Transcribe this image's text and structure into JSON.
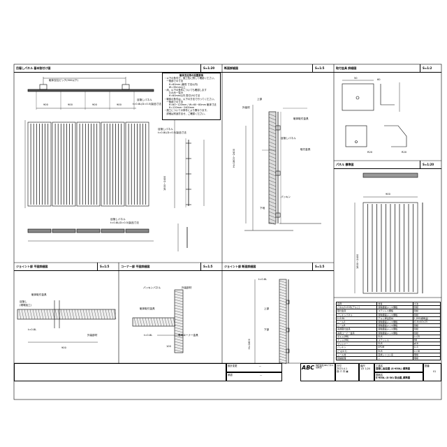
{
  "panels": [
    {
      "title": "目隠しパネル 基本割付け図",
      "scale": "S=1:20"
    },
    {
      "title": "断面詳細図",
      "scale": "S=1:5"
    },
    {
      "title": "取付金具 詳細図",
      "scale": "S=1:2"
    },
    {
      "title": "パネル 標準図",
      "scale": "S=1:20"
    },
    {
      "title": "ジョイント部 平面詳細図",
      "scale": "S=1:5"
    },
    {
      "title": "コーナー部 平面詳細図",
      "scale": "S=1:5"
    },
    {
      "title": "ジョイント部 断面詳細図",
      "scale": "S=1:5"
    }
  ],
  "panel1": {
    "pitch_label": "躯体支柱ピッチ(900以下)",
    "spans": [
      "900",
      "900",
      "900",
      "900"
    ],
    "callout_panel": "目隠しパネル",
    "callout_joint": "t=0.8L(D=0.5)製品寸法",
    "height_label": "1800~2400",
    "callout_panel2": "目隠しパネル",
    "callout_joint2": "t=0.8L(D=0.5)製品寸法",
    "callout_panel3": "目隠しパネル",
    "callout_joint3": "t=0.8L(D=0.5)製品寸法"
  },
  "notes": {
    "title": "躯体支柱等の設置要領",
    "lines": [
      "・以下の条件で、施工性に関して確認ください。",
      "　一般部での寸法",
      "　　H=60mm (最低 寸法以内)",
      "　　W=35mm以上",
      "・尚、以下の条件についても確認します",
      "　　たわみ一覧分",
      "　　H=60mm以内 見付けの寸法",
      "・躯体の条件は、以下の方法で行ってください。",
      "　一般部での寸法",
      "　　H=60~120mm / W=60~80mm 躯体寸法",
      "　　H=120mm~2400mm",
      "・施工についての条件により異なります。",
      "　詳細は別途打合せ、ご確認ください。"
    ]
  },
  "panel2": {
    "labels": [
      "上部",
      "躯体取付金具",
      "外装材",
      "目隠しパネル",
      "取付金具",
      "下地",
      "パッキン",
      "H=1800~2400"
    ]
  },
  "panel3": {
    "labels": [
      "50",
      "60",
      "R20",
      "R20"
    ]
  },
  "panel3b": {
    "width_label": "900",
    "height_label": "1800~2400"
  },
  "bottom": {
    "joint_labels": [
      "躯体取付金具",
      "目隠し",
      "(現場加工)",
      "t=0.8L",
      "外装部材",
      "900"
    ],
    "corner_labels": [
      "パッキンパネル",
      "外装部材",
      "躯体取付金具",
      "t=0.8L",
      "専用コーナー金具",
      "100"
    ],
    "section_labels": [
      "t=0.8L",
      "上部",
      "下部",
      "H=1800"
    ]
  },
  "spec_table": {
    "headers": [
      "名称",
      "材質",
      "寸法"
    ],
    "rows": [
      [
        "パネル(t=0.8)(アルミ)",
        "溶融亜鉛メッキ鋼板",
        "別紙"
      ],
      [
        "取付金具",
        "ステンレス鋼板",
        "別紙"
      ],
      [
        "パッキンパネル",
        "溶融亜鉛メッキ鋼板",
        "別紙"
      ],
      [
        "t=0.8L",
        "アルミ押出形材",
        "1,000(標準品)"
      ],
      [
        "レールA",
        "溶融亜鉛メッキ鋼板",
        "t1.6×40×25"
      ],
      [
        "レールB",
        "溶融亜鉛メッキ鋼板",
        "別紙"
      ],
      [
        "専用取付金具",
        "溶融亜鉛メッキ鋼板",
        "別紙"
      ],
      [
        "専用コーナー金具",
        "溶融亜鉛メッキ鋼板",
        "別紙"
      ],
      [
        "ボルト(M8)",
        "SUS",
        "L=25"
      ],
      [
        "ナット(M8)",
        "ステンレス",
        "M8"
      ],
      [
        "ワッシャー",
        "SUS",
        "φ16"
      ],
      [
        "パッキン",
        "EPDM",
        "t=3"
      ],
      [
        "ビス(4.2)",
        "SUS",
        "L=16"
      ],
      [
        "シール材",
        "変成シリコン系",
        "現場"
      ],
      [
        "防錆処理",
        "—",
        "現場"
      ]
    ]
  },
  "title_block": {
    "revision_label": "設計変更",
    "approval_label": "承認",
    "dash": "—",
    "company_logo": "ABC",
    "company_name": "株式会社ABCパネル",
    "company_dept": "技術部",
    "project_label": "工事名",
    "project_name": "目隠し板設置 (S-950L) 標準図",
    "drawing_label": "図面名",
    "drawing_name": "S-950L (S-30) 取合図_標準図",
    "date_label": "日付",
    "date": "2023.4.1",
    "scale_label": "縮尺",
    "scale": "1/5 1/20",
    "checker_label": "検",
    "drafter_label": "作",
    "sheet_label": "図番",
    "sheet_no": "01"
  }
}
